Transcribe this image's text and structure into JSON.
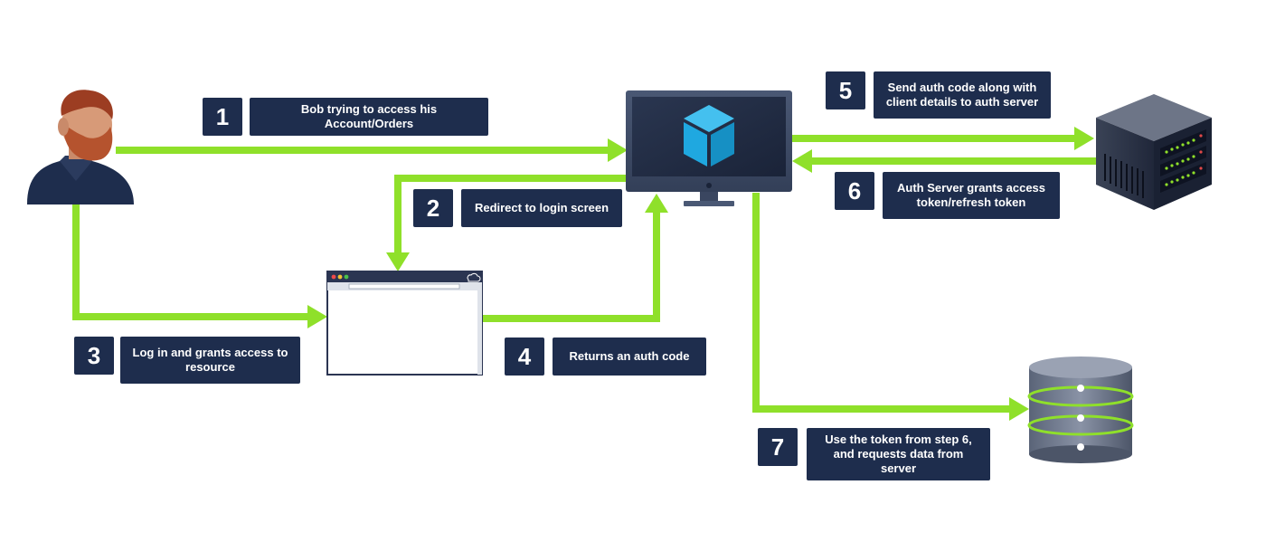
{
  "diagram": {
    "steps": [
      {
        "number": "1",
        "text": "Bob trying to access his Account/Orders"
      },
      {
        "number": "2",
        "text": "Redirect to login screen"
      },
      {
        "number": "3",
        "text": "Log in and grants access to resource"
      },
      {
        "number": "4",
        "text": "Returns an auth code"
      },
      {
        "number": "5",
        "text": "Send auth code along with client details to auth server"
      },
      {
        "number": "6",
        "text": "Auth Server grants access token/refresh token"
      },
      {
        "number": "7",
        "text": "Use the token from step 6, and requests data from server"
      }
    ],
    "icons": {
      "user": "user-avatar-icon",
      "client": "monitor-icon",
      "login": "browser-window-icon",
      "auth_server": "server-rack-icon",
      "resource_server": "database-icon"
    },
    "colors": {
      "arrow": "#8fe02a",
      "label_bg": "#1e2d4d",
      "label_text": "#ffffff",
      "cube": "#1fa8e0"
    }
  }
}
